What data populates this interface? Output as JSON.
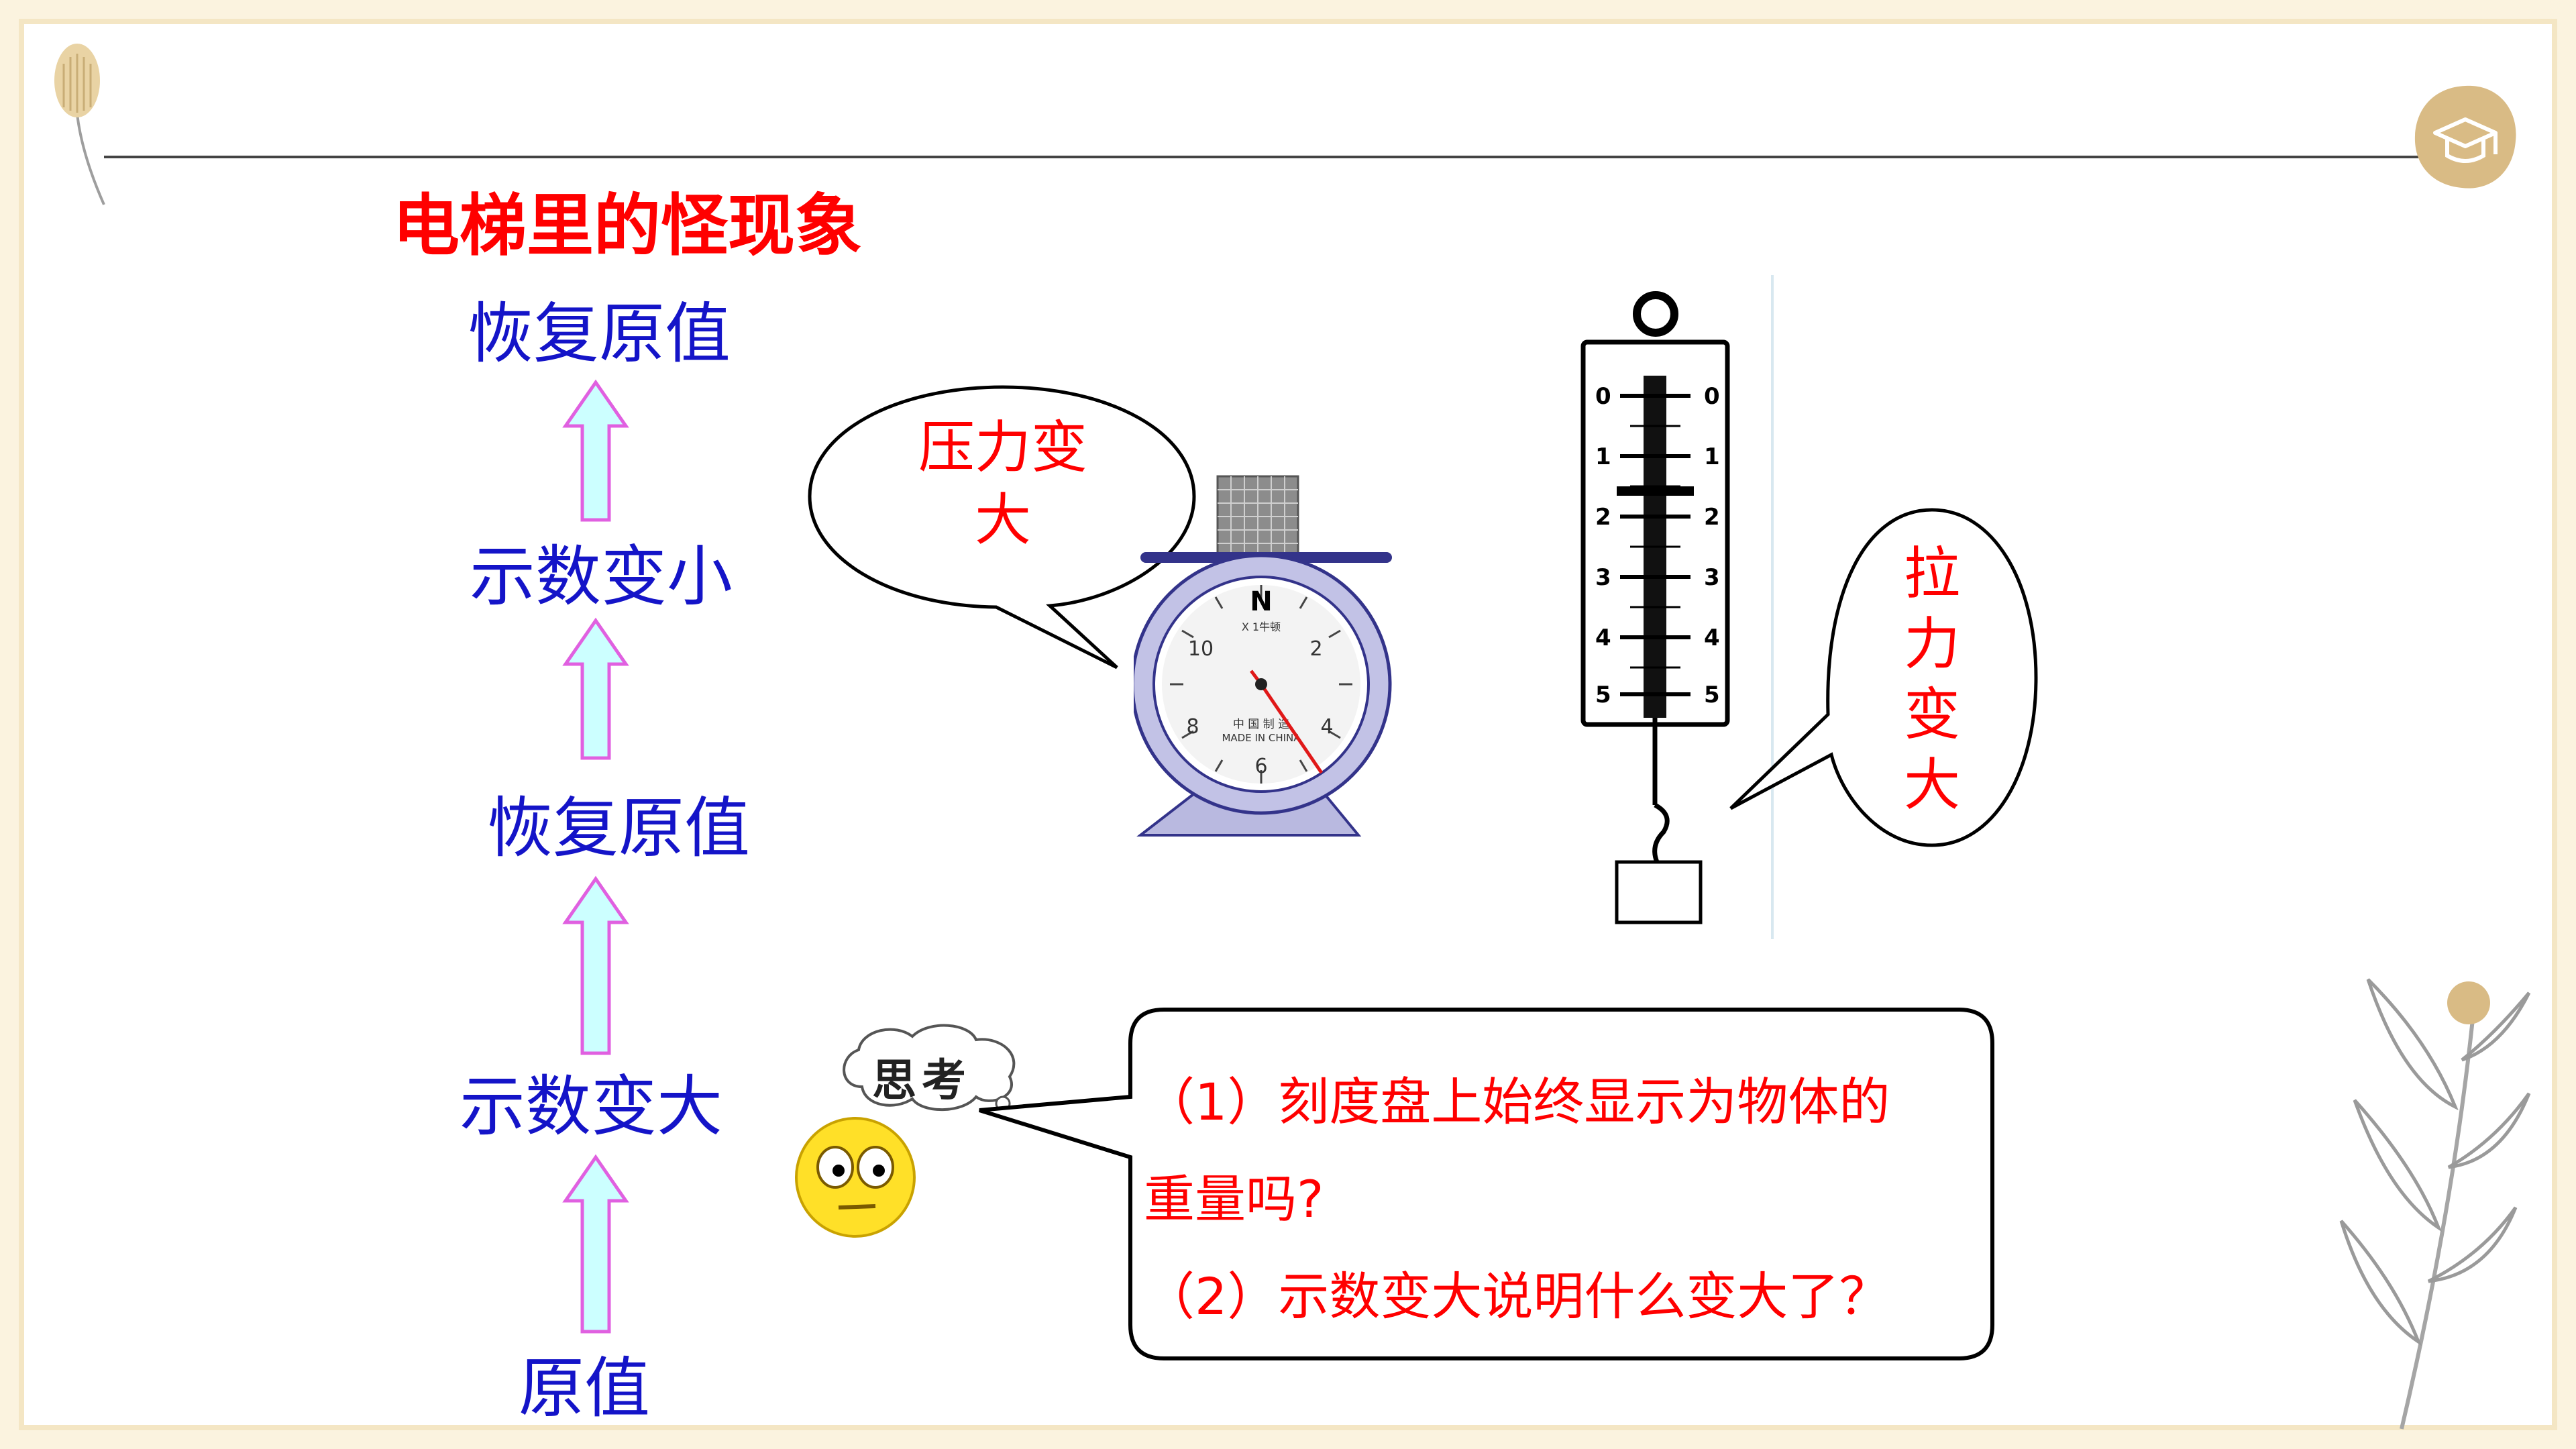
{
  "title": "电梯里的怪现象",
  "steps": [
    "原值",
    "示数变大",
    "恢复原值",
    "示数变小",
    "恢复原值"
  ],
  "pressure_bubble": {
    "line1": "压力变",
    "line2": "大"
  },
  "tension_bubble": [
    "拉",
    "力",
    "变",
    "大"
  ],
  "think_label": "思考",
  "questions": {
    "q1_line1": "（1）刻度盘上始终显示为物体的",
    "q1_line2": "重量吗?",
    "q2": "（2）示数变大说明什么变大了？"
  },
  "dial": {
    "north": "N",
    "unit": "X 1牛顿",
    "made1": "中 国 制 造",
    "made2": "MADE IN CHINA",
    "numbers": [
      "10",
      "2",
      "8",
      "4",
      "6"
    ]
  },
  "spring_scale": {
    "marks": [
      "0",
      "1",
      "2",
      "3",
      "4",
      "5"
    ]
  },
  "colors": {
    "title": "#ff0000",
    "steps": "#1414c8",
    "arrow_fill": "#ccffff",
    "arrow_stroke": "#e060e0",
    "accent": "#d8b97c"
  }
}
